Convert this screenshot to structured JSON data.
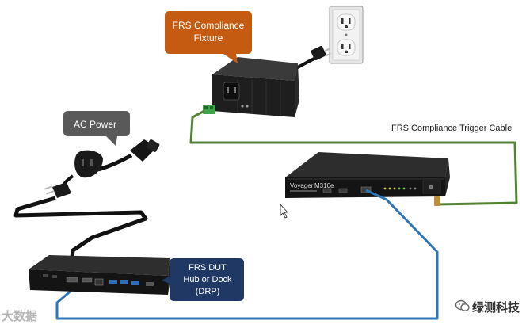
{
  "callouts": {
    "fixture": [
      "FRS Compliance",
      "Fixture"
    ],
    "ac_power": "AC Power",
    "dut": [
      "FRS DUT",
      "Hub or Dock",
      "(DRP)"
    ]
  },
  "labels": {
    "trigger_cable": "FRS Compliance Trigger Cable",
    "analyzer_brand": "Voyager",
    "analyzer_model": "M310e"
  },
  "watermarks": {
    "left": "大数据",
    "right": "绿测科技"
  },
  "colors": {
    "fixture_callout": "#c55a11",
    "gray_callout": "#595959",
    "dut_callout": "#1f3864",
    "trigger_cable": "#548235",
    "usb_cable": "#2e75b6",
    "power_cable": "#111111"
  },
  "icons": {
    "outlet": "wall-outlet-icon",
    "cursor": "mouse-cursor-icon",
    "watermark": "wechat-logo-icon"
  }
}
